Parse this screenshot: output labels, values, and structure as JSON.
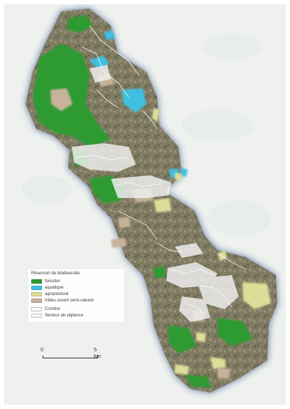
{
  "legend": {
    "title": "Réservoir de biodiversité",
    "items": [
      {
        "label": "forestier",
        "color": "#2e9a30"
      },
      {
        "label": "aquatique",
        "color": "#3fbfe0"
      },
      {
        "label": "agropastoral",
        "color": "#dede9a"
      },
      {
        "label": "milieu ouvert semi-naturel",
        "color": "#c9b29a"
      }
    ],
    "corridor_label": "Corridor",
    "vigilance_label": "Secteur de vigilance"
  },
  "scalebar": {
    "start": "0",
    "end": "5 km"
  },
  "colors": {
    "halo": "#2f4a8a",
    "terrain": "#7f7a62",
    "background": "#eef1ee",
    "corridor": "#ffffff",
    "vigilance": "#f1f1f1"
  }
}
